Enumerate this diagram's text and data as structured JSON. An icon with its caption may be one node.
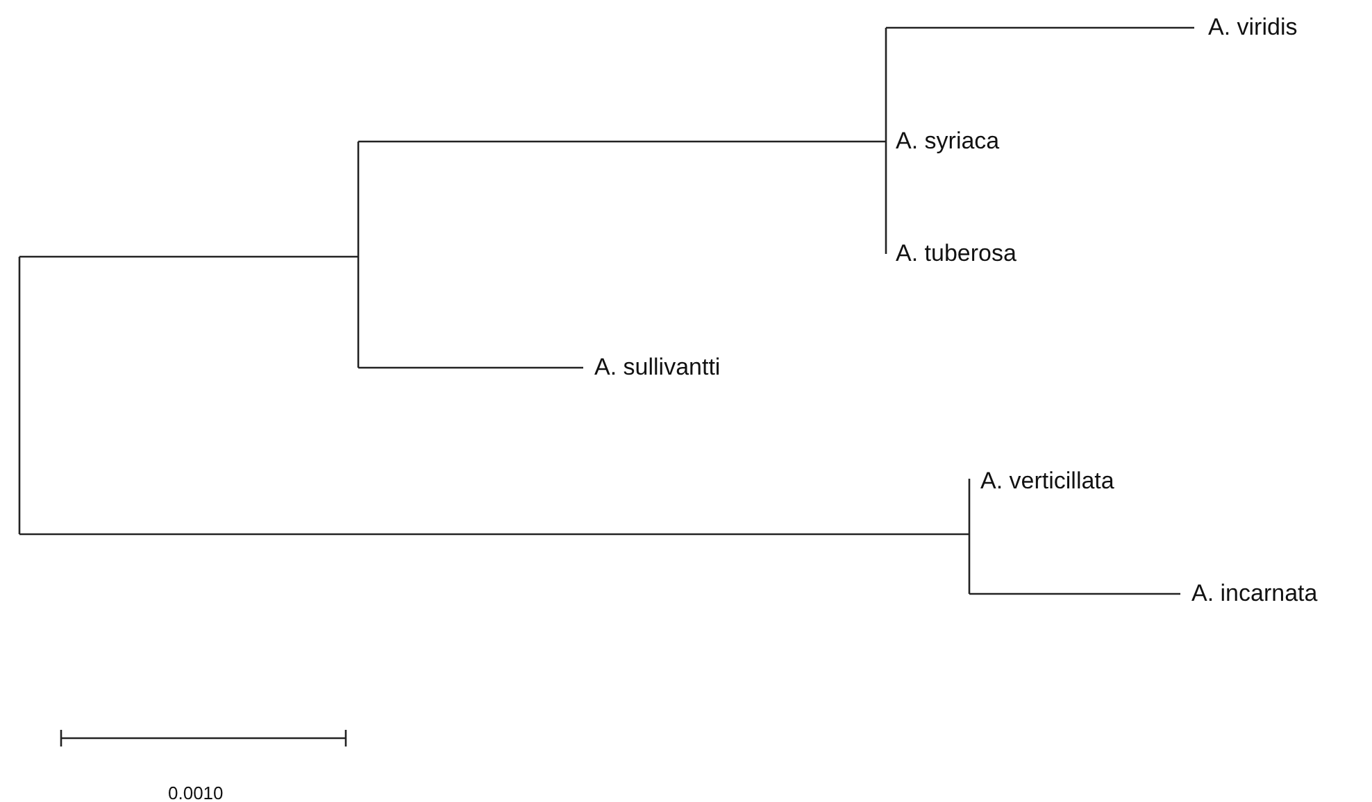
{
  "diagram": {
    "labels": [
      "A. viridis",
      "A. syriaca",
      "A. tuberosa",
      "A. sullivantti",
      "A. verticillata",
      "A. incarnata",
      "0.0010"
    ]
  }
}
